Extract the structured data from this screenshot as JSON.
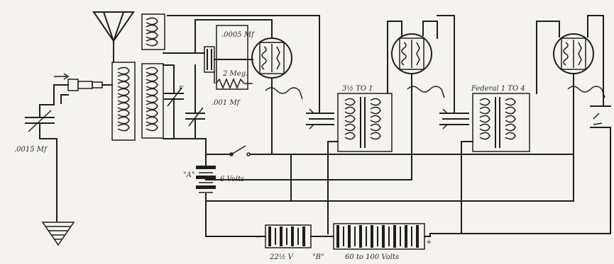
{
  "labels": {
    "cap_antenna_series": ".0015 Mf",
    "grid_cap": ".0005 Mf",
    "grid_leak": "2 Meg.",
    "bypass_cap": ".001 Mf",
    "transformer_1": "3½ TO 1",
    "transformer_2": "Federal 1 TO 4",
    "a_battery_letter": "\"A\"",
    "a_battery_volts": "6 Volts",
    "b_battery_tap": "22½ V",
    "b_battery_letter": "\"B\"",
    "b_battery_volts": "60 to 100 Volts",
    "plus_sign": "+",
    "minus_sign": "−",
    "cap_mark": "F"
  },
  "colors": {
    "ink": "#1e1e1e",
    "paper": "#f4f3ef"
  }
}
